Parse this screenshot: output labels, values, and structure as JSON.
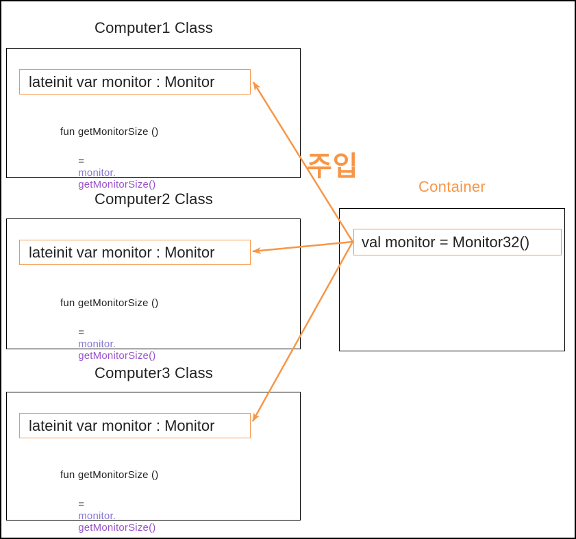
{
  "diagram": {
    "injection_label": "주입",
    "classes": [
      {
        "title": "Computer1 Class",
        "field_declaration": "lateinit var monitor : Monitor",
        "code": {
          "line1": "fun getMonitorSize ()",
          "eq": "=",
          "receiver": "monitor.",
          "call": "getMonitorSize()"
        }
      },
      {
        "title": "Computer2 Class",
        "field_declaration": "lateinit var monitor : Monitor",
        "code": {
          "line1": "fun getMonitorSize ()",
          "eq": "=",
          "receiver": "monitor.",
          "call": "getMonitorSize()"
        }
      },
      {
        "title": "Computer3 Class",
        "field_declaration": "lateinit var monitor : Monitor",
        "code": {
          "line1": "fun getMonitorSize ()",
          "eq": "=",
          "receiver": "monitor.",
          "call": "getMonitorSize()"
        }
      }
    ],
    "container": {
      "label": "Container",
      "field_declaration": "val monitor = Monitor32()"
    },
    "colors": {
      "accent_orange": "#F79646",
      "receiver_purple": "#8577D2",
      "call_purple": "#9A52CC",
      "text_dark": "#222222"
    }
  }
}
